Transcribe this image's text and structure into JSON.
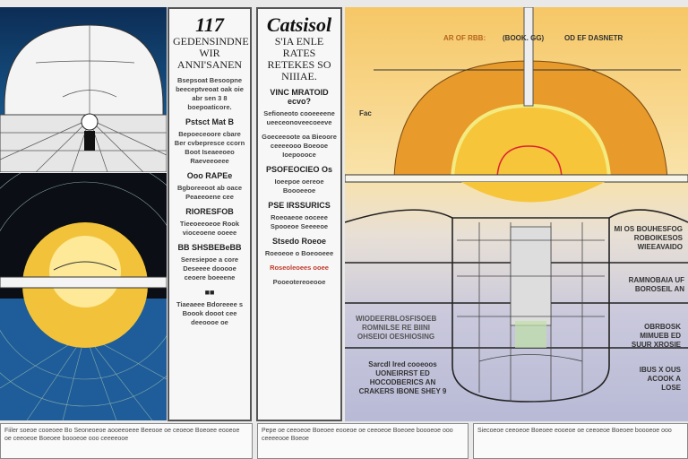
{
  "left_column": {
    "title": "117",
    "subtitle": "GEDENSINDNE WIR ANNI'SANEN",
    "paragraphs": [
      "Bsepsoat Besoopne beeceptveoat oak oie abr sen 3 8 boepoaticore.",
      "Pstsct Mat B",
      "Bepoeceoore cbare Ber cvbepresce ccorn Boot Iseaeeoeo Raeveeoeee",
      "Ooo RAPEe",
      "Bgboreeoot ab oace Peaeeoene cee",
      "RIORESFOB",
      "Tieeoeeoeoe Rook vioceoene ooeee",
      "BB SHSBEBeBB",
      "Seresiepoe a core Deseeee dooooe ceoere boeeene",
      "Tiaeaeee Bdoreeee s Boook dooot cee deeoooe oe"
    ],
    "badge": "■■"
  },
  "center_column": {
    "title": "Catsisol",
    "subtitle": "S'IA ENLE RATES RETEKES SO NIIIAE.",
    "paragraphs": [
      "VINC MRATOID ecvo?",
      "Sefioneoto cooeeeene ueeceonoveecoeeve",
      "Goeceeoote oa Bieoore ceeeeooo Boeooe Ioepoooce",
      "PSOFEOCIEO Os",
      "Ioeepoe oereoe Boooeeoe",
      "PSE IRSSURICS",
      "Roeoaeoe ooceee Spooeoe Seeeeoe",
      "Stsedo Roeoe",
      "Roeoeoe o Boeooeee",
      "Pooeotereoeooe"
    ],
    "red_note": "Roseoleoees ooee"
  },
  "right_diagram": {
    "top_left_label": "AR OF RBB:",
    "bracket_label": "(BOOK. GG)",
    "top_right_label": "OD EF DASNETR",
    "side_label": "Fac",
    "labels_right": [
      "MI OS BOUHESFOG ROBOIKESOS WIEEAVAIDO",
      "RAMNOBAIA UF BOROSEIL AN",
      "OBRBOSK MIMUEB ED SUUR XROSIE",
      "IBUS X OUS ACOOK A LOSE"
    ],
    "labels_left": [
      "WIODEERBLOSFISOEB ROMNILSE RE BIINI OHSEIOI OESHIOSING",
      "Sarcdl Ired cooeoos UONEIRRST ED HOCODBERICS AN CRAKERS IBONE SHEY 9"
    ]
  },
  "footer": {
    "blocks": [
      "Fiiler soeoe cooeoee Bo Seoneoeoe aooeeoeee Beeooe oe ceoeoe Boeoee eooeoe oe ceeoeoe Boeoee boooeoe ooo ceeeeooe",
      "Pepe oe ceeoeoe Boeoee eooeoe oe ceeoeoe Boeoee boooeoe ooo ceeeeooe Boeoe",
      "Siecoeoe ceeoeoe Boeoee eooeoe oe ceeoeoe Boeoee boooeoe ooo"
    ]
  },
  "colors": {
    "sun": "#f2c33a",
    "blue": "#1e5d9a",
    "dark": "#0b0e14",
    "orange": "#e8a030"
  }
}
